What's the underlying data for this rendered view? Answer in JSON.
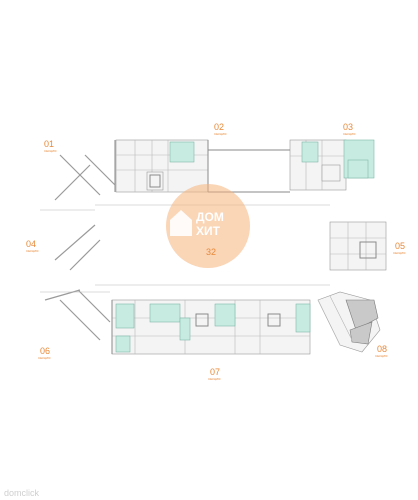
{
  "watermark": {
    "line1": "ДОМ",
    "line2": "ХИТ",
    "color": "#f5b27a"
  },
  "sections": [
    {
      "id": "s1",
      "num": "01",
      "sub": "СЕКЦИЯ"
    },
    {
      "id": "s2",
      "num": "02",
      "sub": "СЕКЦИЯ"
    },
    {
      "id": "s3",
      "num": "03",
      "sub": "СЕКЦИЯ"
    },
    {
      "id": "s4",
      "num": "04",
      "sub": "СЕКЦИЯ"
    },
    {
      "id": "s5",
      "num": "05",
      "sub": "СЕКЦИЯ"
    },
    {
      "id": "s6",
      "num": "06",
      "sub": "СЕКЦИЯ"
    },
    {
      "id": "s7",
      "num": "07",
      "sub": "СЕКЦИЯ"
    },
    {
      "id": "s8",
      "num": "08",
      "sub": "СЕКЦИЯ"
    }
  ],
  "center_label": "32",
  "colors": {
    "available": "#c7ebe0",
    "selected": "#c9c9c9",
    "accent": "#e98a3a"
  },
  "footer": "domclick"
}
